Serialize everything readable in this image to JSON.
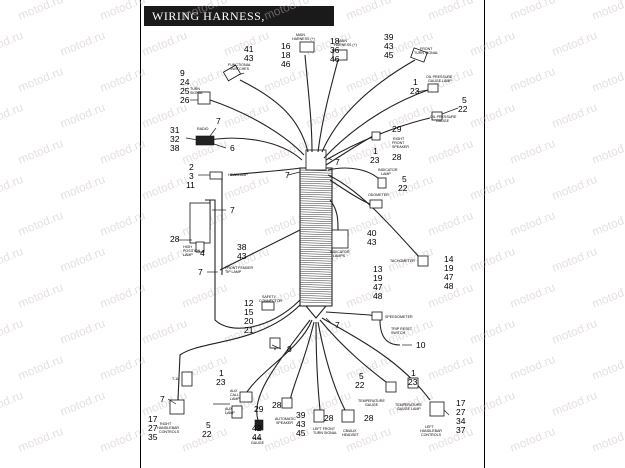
{
  "title": "WIRING HARNESS,   INTERCONNECT",
  "watermark": "motod.ru",
  "callouts": {
    "c_41_43": [
      "41",
      "43"
    ],
    "c_16_18_46": [
      "16",
      "18",
      "46"
    ],
    "c_18_36_46": [
      "18",
      "36",
      "46"
    ],
    "c_39_43_45": [
      "39",
      "43",
      "45"
    ],
    "c_9_24_25_26": [
      "9",
      "24",
      "25",
      "26"
    ],
    "c_1_23_top": [
      "1",
      "23"
    ],
    "c_5_22_top": [
      "5",
      "22"
    ],
    "c_31_32_38": [
      "31",
      "32",
      "38"
    ],
    "c_7_radio": "7",
    "c_6": "6",
    "c_29": "29",
    "c_28_top": "28",
    "c_1_23_tach": [
      "1",
      "23"
    ],
    "c_7_center": "7",
    "c_7_left": "7",
    "c_2_3_11": [
      "2",
      "3",
      "11"
    ],
    "c_5_22_mid": [
      "5",
      "22"
    ],
    "c_7_lamp": "7",
    "c_28_lamp": "28",
    "c_4": "4",
    "c_40_43": [
      "40",
      "43"
    ],
    "c_38_43": [
      "38",
      "43"
    ],
    "c_7_fender": "7",
    "c_14_19_47_48_a": [
      "14",
      "19",
      "47",
      "48"
    ],
    "c_13_19_47_48": [
      "13",
      "19",
      "47",
      "48"
    ],
    "c_12_15_20_21": [
      "12",
      "15",
      "20",
      "21"
    ],
    "c_7_harness": "7",
    "c_8": "8",
    "c_10": "10",
    "c_7_bottom": "7",
    "c_1_23_left": [
      "1",
      "23"
    ],
    "c_5_22_mid_low": [
      "5",
      "22"
    ],
    "c_1_23_right": [
      "1",
      "23"
    ],
    "c_17_27_35": [
      "17",
      "27",
      "35"
    ],
    "c_5_22_bottom": [
      "5",
      "22"
    ],
    "c_29_bottom": "29",
    "c_28_bottom": "28",
    "c_42_44": [
      "42",
      "44"
    ],
    "c_39_43_45_bottom": [
      "39",
      "43",
      "45"
    ],
    "c_28_lamp_b": "28",
    "c_28_bottom_r": "28",
    "c_17_27_34_37": [
      "17",
      "27",
      "34",
      "37"
    ]
  }
}
